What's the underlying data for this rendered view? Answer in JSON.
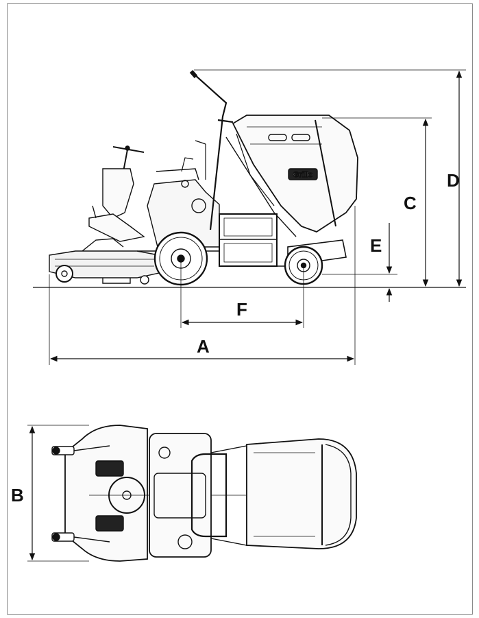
{
  "figure": {
    "dimension_labels": {
      "A": "A",
      "B": "B",
      "C": "C",
      "D": "D",
      "E": "E",
      "F": "F"
    },
    "brand_text": "Grillo"
  }
}
